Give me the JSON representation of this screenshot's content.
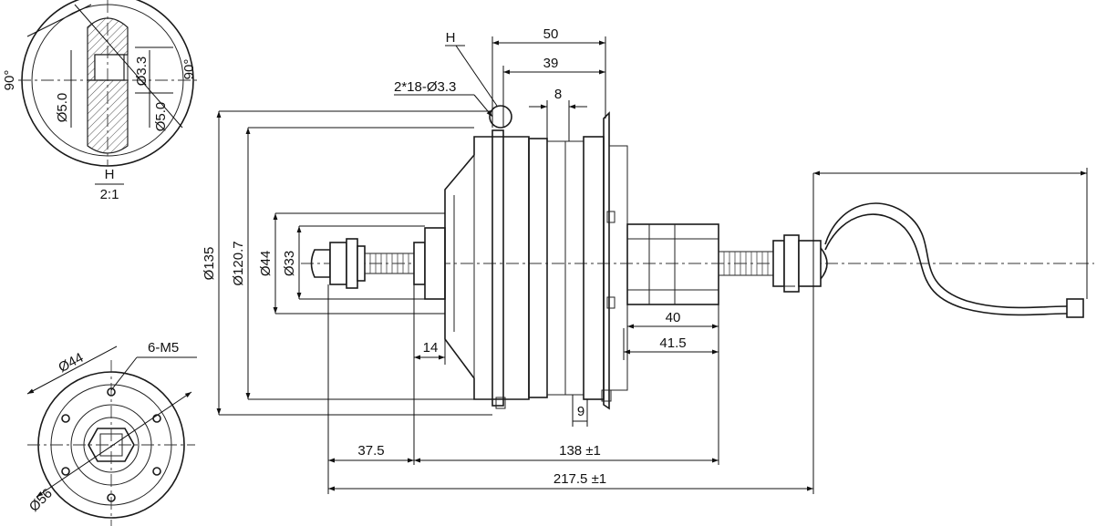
{
  "detail_h": {
    "label_h": "H",
    "scale": "2:1",
    "angle_left": "90°",
    "angle_right": "90°",
    "dim_hole_left": "Ø5.0",
    "dim_hole_right": "Ø5.0",
    "dim_slot": "Ø3.3"
  },
  "flange_view": {
    "dim_bolt_circle": "Ø44",
    "dim_outer": "Ø56",
    "thread_callout": "6-M5"
  },
  "main_view": {
    "callout_h": "H",
    "holes_callout": "2*18-Ø3.3",
    "dim_50": "50",
    "dim_39": "39",
    "dim_8": "8",
    "dia_135": "Ø135",
    "dia_120_7": "Ø120.7",
    "dia_44": "Ø44",
    "dia_33": "Ø33",
    "dim_14": "14",
    "dim_9": "9",
    "dim_40": "40",
    "dim_41_5": "41.5",
    "dim_37_5": "37.5",
    "dim_138": "138 ±1",
    "dim_217_5": "217.5 ±1"
  }
}
